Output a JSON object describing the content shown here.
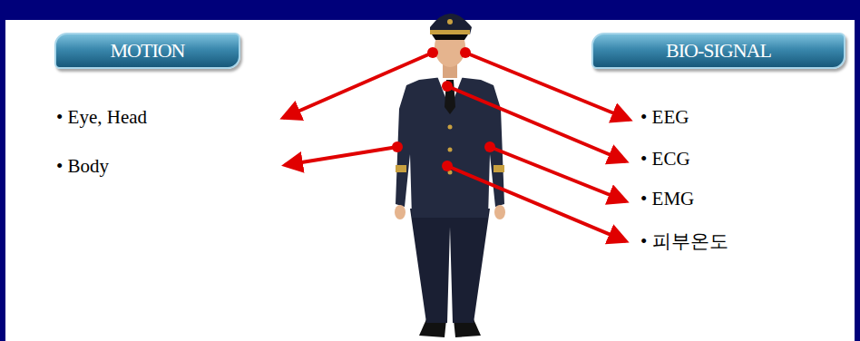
{
  "diagram": {
    "nodes": [
      {
        "text": [
          "MOTION"
        ]
      },
      {
        "text": [
          "BIO-SIGNAL"
        ]
      }
    ],
    "labels": [
      "• Eye, Head",
      "• Body",
      "• EEG",
      "• ECG",
      "• EMG",
      "• 피부온도"
    ]
  }
}
